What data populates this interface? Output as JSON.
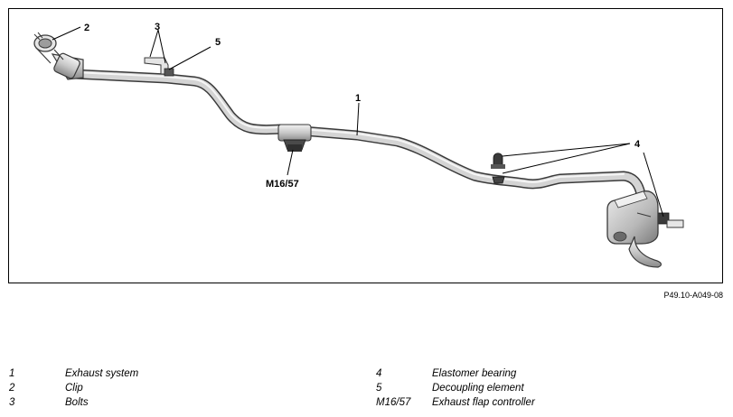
{
  "figure": {
    "callouts": {
      "c1": "1",
      "c2": "2",
      "c3": "3",
      "c4": "4",
      "c5": "5",
      "c_m1657": "M16/57"
    },
    "figure_code": "P49.10-A049-08"
  },
  "legend": {
    "left": [
      {
        "key": "1",
        "desc": "Exhaust system"
      },
      {
        "key": "2",
        "desc": "Clip"
      },
      {
        "key": "3",
        "desc": "Bolts"
      }
    ],
    "right": [
      {
        "key": "4",
        "desc": "Elastomer bearing"
      },
      {
        "key": "5",
        "desc": "Decoupling element"
      },
      {
        "key": "M16/57",
        "desc": "Exhaust flap controller"
      }
    ]
  },
  "colors": {
    "pipe": "#d4d4d4",
    "pipe_outline": "#3a3a3a",
    "frame": "#000000"
  }
}
